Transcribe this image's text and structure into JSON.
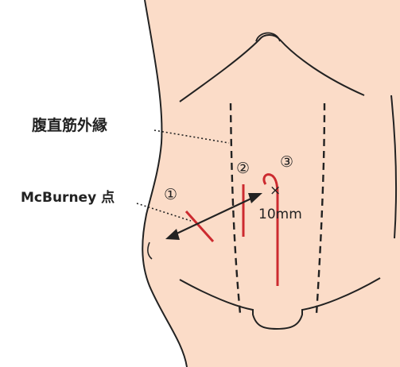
{
  "colors": {
    "skin": "#fbdcc8",
    "outline": "#222222",
    "incision": "#cc2a2f",
    "background": "#ffffff"
  },
  "labels": {
    "rectus_margin": "腹直筋外縁",
    "mcburney": "McBurney 点",
    "site1": "①",
    "site2": "②",
    "site3": "③",
    "cross_mark": "×",
    "distance": "10mm"
  }
}
